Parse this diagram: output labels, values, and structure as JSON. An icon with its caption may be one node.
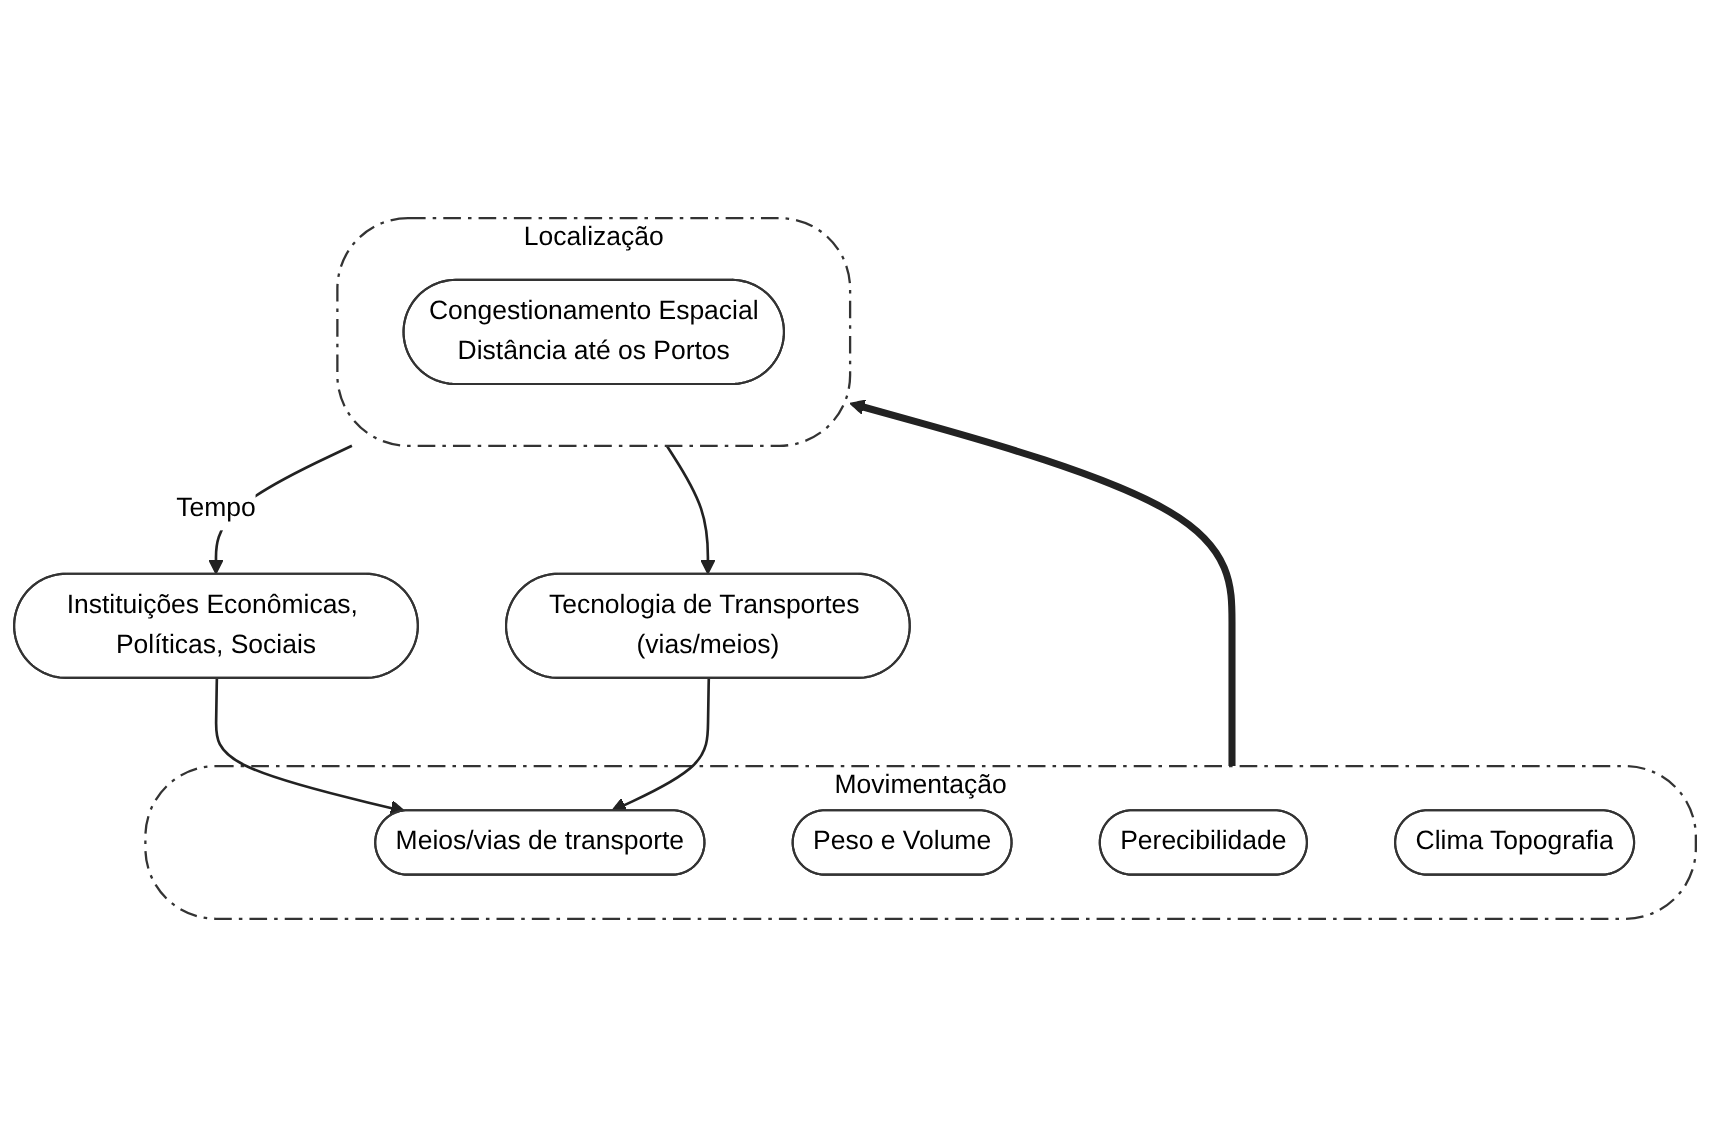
{
  "diagram": {
    "nodes": [
      {
        "text": [
          "Instituições Econômicas, Políticas, Sociais"
        ]
      },
      {
        "text": [
          "Tecnologia de Transportes (vias/meios)"
        ]
      },
      {
        "text": [
          "Movimentação"
        ]
      },
      {
        "text": [
          "Meios/vias de transporte"
        ],
        "in": 2
      },
      {
        "text": [
          "Peso e Volume"
        ],
        "in": 2
      },
      {
        "text": [
          "Perecibilidade"
        ],
        "in": 2
      },
      {
        "text": [
          "Clima Topografia"
        ],
        "in": 2
      },
      {
        "text": [
          "Localização"
        ]
      },
      {
        "text": [
          "Congestionamento Espacial",
          "Distância até os Portos"
        ],
        "in": 7
      }
    ],
    "edges": [
      {
        "from": 0,
        "to": 3,
        "arrow": "to"
      },
      {
        "from": 1,
        "to": 3,
        "arrow": "to"
      },
      {
        "from": 2,
        "to": 7,
        "arrow": "to",
        "style": "thick"
      },
      {
        "from": 7,
        "to": 1,
        "arrow": "to"
      },
      {
        "from": 7,
        "to": 0,
        "arrow": "to",
        "label": "Tempo"
      }
    ]
  }
}
